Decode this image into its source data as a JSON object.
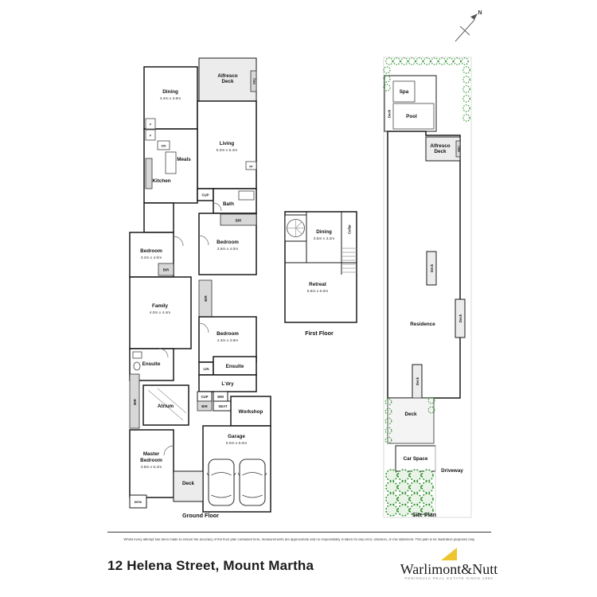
{
  "page": {
    "title": "12 Helena Street, Mount Martha",
    "disclaimer": "Whilst every attempt has been made to ensure the accuracy of the floor plan contained here, measurements are approximate and no responsibility is taken for any error, omission, or mis statement. This plan is for illustrative purposes only."
  },
  "brand": {
    "name": "Warlimont&Nutt",
    "tagline": "PENINSULA REAL ESTATE SINCE 1950",
    "accent": "#edc52f"
  },
  "compass": {
    "label": "N"
  },
  "ground": {
    "floor_label": "Ground Floor",
    "dining": "Dining",
    "dining_dims": "3.4m x 3.8m",
    "alfresco1": "Alfresco",
    "alfresco2": "Deck",
    "bbq": "BBQ",
    "living": "Living",
    "living_dims": "5.0m x 6.4m",
    "meals": "Meals",
    "fp": "FP",
    "kitchen": "Kitchen",
    "f1": "F",
    "f2": "F",
    "dw": "DW",
    "cup1": "CUP",
    "bath": "Bath",
    "bir1": "BIR",
    "bed1": "Bedroom",
    "bed1_dims": "3.6m x 4.0m",
    "bed2": "Bedroom",
    "bed2_dims": "3.2m x 4.0m",
    "bir2": "BIR",
    "family": "Family",
    "family_dims": "4.0m x 4.4m",
    "bir3": "BIR",
    "bed3": "Bedroom",
    "bed3_dims": "4.3m x 3.8m",
    "ensuite1": "Ensuite",
    "lin": "LIN",
    "ensuite2": "Ensuite",
    "ldry": "L'dry",
    "cup2": "CUP",
    "wm": "WM",
    "bir4": "BIR",
    "seat": "SEAT",
    "atrium": "Atrium",
    "bir5": "BIR",
    "workshop": "Workshop",
    "garage": "Garage",
    "garage_dims": "6.0m x 6.0m",
    "master1": "Master",
    "master2": "Bedroom",
    "master_dims": "3.8m x 6.4m",
    "deck": "Deck",
    "desk": "DESK"
  },
  "first": {
    "floor_label": "First Floor",
    "dining": "Dining",
    "dining_dims": "3.5m x 3.2m",
    "cellar": "Cellar",
    "retreat": "Retreat",
    "retreat_dims": "5.6m x 6.0m"
  },
  "site": {
    "floor_label": "Site Plan",
    "spa": "Spa",
    "pool": "Pool",
    "deck1": "Deck",
    "alfresco1": "Alfresco",
    "alfresco2": "Deck",
    "bbq": "BBQ",
    "deck2": "Deck",
    "residence": "Residence",
    "deck3": "Deck",
    "deck4": "Deck",
    "deck5": "Deck",
    "car_space": "Car Space",
    "driveway": "Driveway"
  }
}
